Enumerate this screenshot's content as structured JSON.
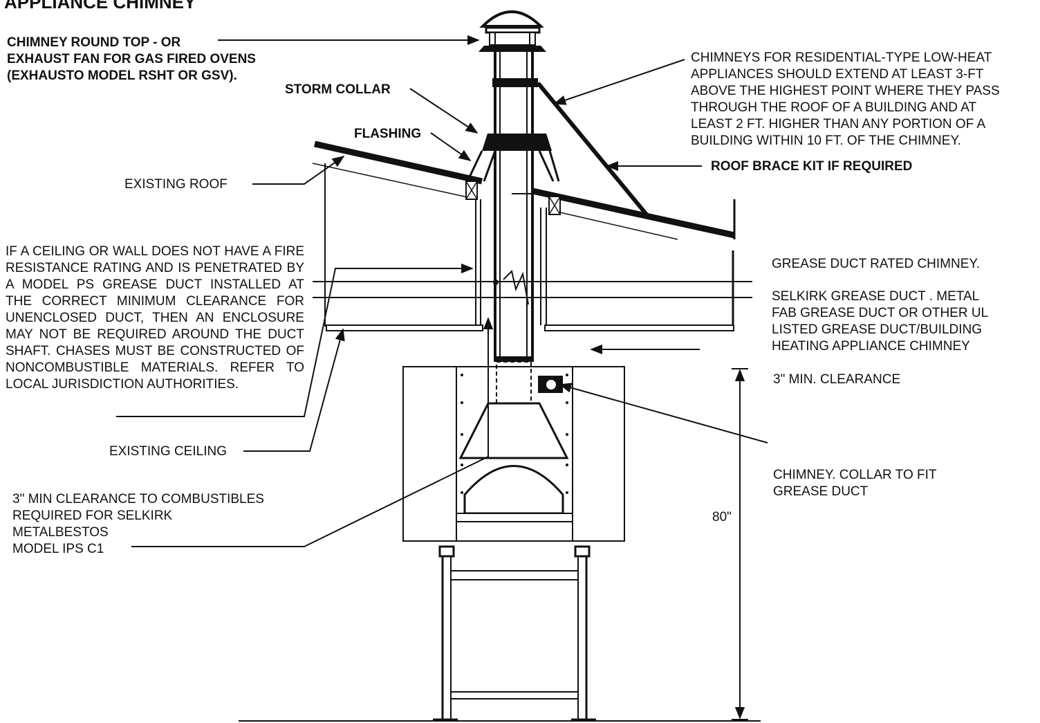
{
  "title": "APPLIANCE CHIMNEY",
  "labels": {
    "chimney_top": [
      "CHIMNEY ROUND TOP - OR",
      "EXHAUST FAN FOR GAS FIRED OVENS",
      "(EXHAUSTO MODEL RSHT OR GSV)."
    ],
    "storm_collar": "STORM COLLAR",
    "flashing": "FLASHING",
    "existing_roof": "EXISTING ROOF",
    "ceiling_wall_note": "IF A CEILING OR WALL  DOES NOT HAVE A FIRE RESISTANCE RATING AND IS PENETRATED BY A MODEL PS GREASE DUCT INSTALLED AT THE CORRECT MINIMUM CLEARANCE FOR UNENCLOSED DUCT, THEN AN ENCLOSURE MAY NOT BE REQUIRED AROUND THE DUCT SHAFT. CHASES MUST BE CONSTRUCTED OF NONCOMBUSTIBLE MATERIALS. REFER TO LOCAL JURISDICTION AUTHORITIES.",
    "existing_ceiling": "EXISTING CEILING",
    "clearance_combustibles": [
      "3\" MIN CLEARANCE TO COMBUSTIBLES",
      "REQUIRED FOR SELKIRK",
      "METALBESTOS",
      "MODEL IPS C1"
    ],
    "residential_note": [
      "CHIMNEYS FOR RESIDENTIAL-TYPE LOW-HEAT",
      "APPLIANCES SHOULD EXTEND AT LEAST 3-FT",
      "ABOVE THE HIGHEST POINT WHERE THEY PASS",
      "THROUGH THE ROOF OF A BUILDING AND  AT",
      "LEAST 2 FT. HIGHER THAN ANY PORTION OF A",
      "BUILDING WITHIN 10 FT. OF THE CHIMNEY."
    ],
    "roof_brace": "ROOF BRACE KIT  IF REQUIRED",
    "grease_rated": "GREASE DUCT RATED CHIMNEY.",
    "selkirk_duct": [
      "SELKIRK GREASE DUCT . METAL",
      "FAB GREASE DUCT OR OTHER UL",
      "LISTED GREASE DUCT/BUILDING",
      "HEATING APPLIANCE CHIMNEY"
    ],
    "min_clearance": "3\" MIN. CLEARANCE",
    "chimney_collar": [
      "CHIMNEY. COLLAR TO FIT",
      "GREASE DUCT"
    ],
    "height": "80\""
  }
}
